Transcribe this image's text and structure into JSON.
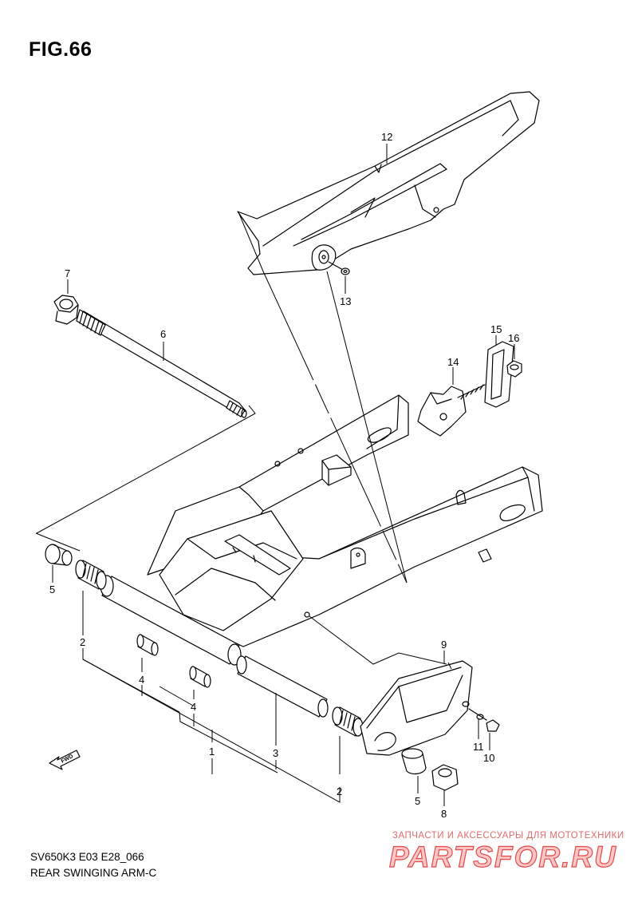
{
  "figure": {
    "title": "FIG.66"
  },
  "footer": {
    "model_code": "SV650K3 E03 E28_066",
    "description": "REAR SWINGING ARM-C"
  },
  "watermark": {
    "caption": "ЗАПЧАСТИ И АКСЕССУАРЫ ДЛЯ МОТОТЕХНИКИ",
    "logo": "PARTSFOR.RU",
    "text_color": "#e26a6a",
    "logo_color": "#ffc6c6"
  },
  "fwd_badge": {
    "label": "FWD"
  },
  "callouts": {
    "c1": "1",
    "c2a": "2",
    "c2b": "2",
    "c3": "3",
    "c4a": "4",
    "c4b": "4",
    "c5a": "5",
    "c5b": "5",
    "c6": "6",
    "c7": "7",
    "c8": "8",
    "c9": "9",
    "c10": "10",
    "c11": "11",
    "c12": "12",
    "c13": "13",
    "c14": "14",
    "c15": "15",
    "c16": "16"
  },
  "colors": {
    "line": "#000000",
    "background": "#ffffff"
  }
}
